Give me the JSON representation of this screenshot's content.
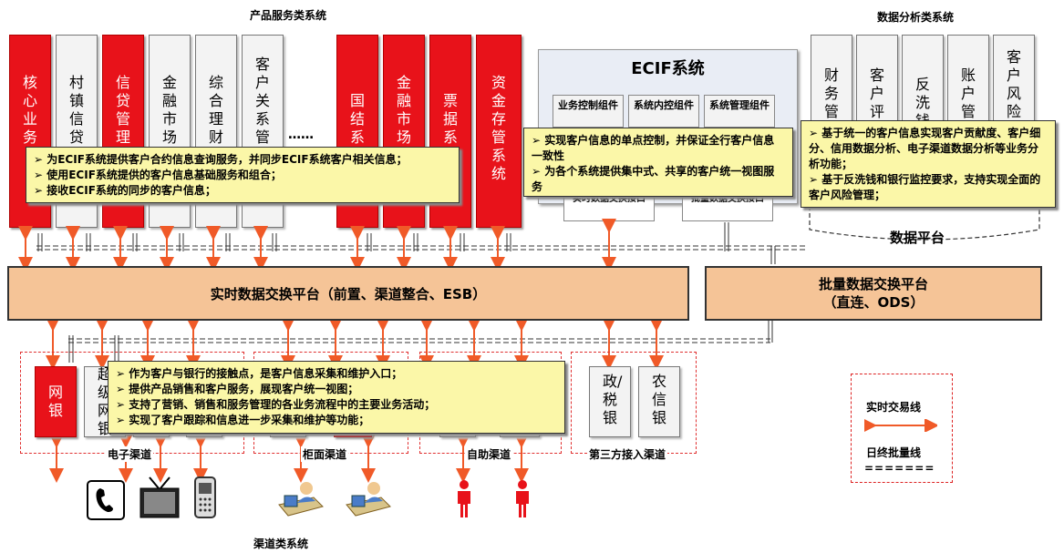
{
  "titles": {
    "product": "产品服务类系统",
    "analysis": "数据分析类系统",
    "channel": "渠道类系统"
  },
  "product_systems": [
    {
      "label": "核心业务",
      "style": "red"
    },
    {
      "label": "村镇信贷",
      "style": "gray"
    },
    {
      "label": "信贷管理",
      "style": "red"
    },
    {
      "label": "金融市场",
      "style": "gray"
    },
    {
      "label": "综合理财",
      "style": "gray"
    },
    {
      "label": "客户关系管",
      "style": "gray"
    },
    {
      "label": "国结系",
      "style": "red"
    },
    {
      "label": "金融市场",
      "style": "red"
    },
    {
      "label": "票据系",
      "style": "red"
    },
    {
      "label": "资金存管系统",
      "style": "red"
    }
  ],
  "ellipsis": "……",
  "analysis_systems": [
    "财务管",
    "客户评",
    "反洗钱",
    "账户管",
    "客户风险"
  ],
  "ecif": {
    "title": "ECIF系统",
    "components": [
      "业务控制组件",
      "系统内控组件",
      "系统管理组件"
    ],
    "interfaces": [
      "实时数据交换接口",
      "批量数据交换接口"
    ]
  },
  "notes": {
    "product": [
      "➢ 为ECIF系统提供客户合约信息查询服务，并同步ECIF系统客户相关信息；",
      "➢ 使用ECIF系统提供的客户信息基础服务和组合；",
      "➢ 接收ECIF系统的同步的客户信息；"
    ],
    "ecif": [
      "➢ 实现客户信息的单点控制，并保证全行客户信息一致性",
      "➢ 为各个系统提供集中式、共享的客户统一视图服务"
    ],
    "analysis": [
      "➢ 基于统一的客户信息实现客户贡献度、客户细分、信用数据分析、电子渠道数据分析等业务分析功能；",
      "➢ 基于反洗钱和银行监控要求，支持实现全面的客户风险管理；"
    ],
    "channel": [
      "➢ 作为客户与银行的接触点，是客户信息采集和维护入口；",
      "➢ 提供产品销售和客户服务，展现客户统一视图；",
      "➢ 支持了营销、销售和服务管理的各业务流程中的主要业务活动；",
      "➢ 实现了客户跟踪和信息进一步采集和维护等功能；"
    ]
  },
  "data_platform": "数据平台",
  "realtime_platform": "实时数据交换平台（前置、渠道整合、ESB）",
  "batch_platform_l1": "批量数据交换平台",
  "batch_platform_l2": "（直连、ODS）",
  "channels": {
    "electronic": "电子渠道",
    "counter": "柜面渠道",
    "self": "自助渠道",
    "third": "第三方接入渠道"
  },
  "channel_systems": {
    "netbank": "网银",
    "e2": "超级网银",
    "gov": "政/税银",
    "agri": "农信银"
  },
  "legend": {
    "realtime": "实时交易线",
    "batch": "日终批量线",
    "batch_symbol": "======="
  },
  "colors": {
    "accent_red": "#e8121a",
    "arrow_orange": "#f05a28",
    "note_yellow": "#fbf7a8",
    "platform_orange": "#f5c497"
  }
}
